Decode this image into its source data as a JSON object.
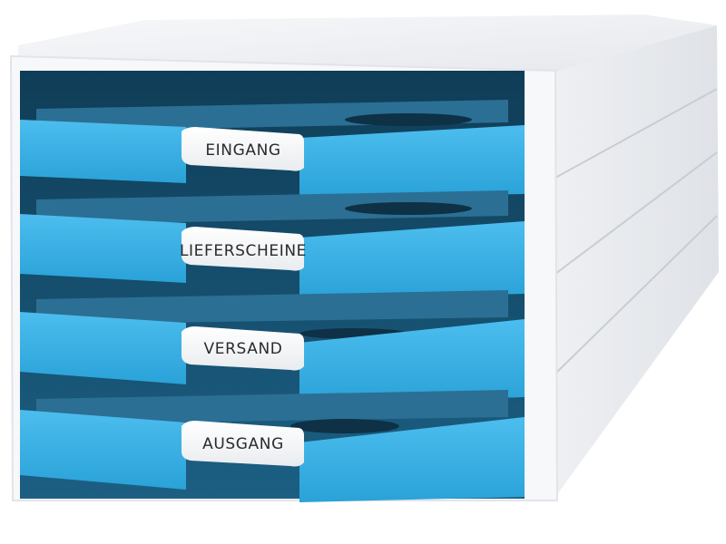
{
  "product": {
    "type": "desk drawer unit",
    "housing_color": "#f4f5f7",
    "drawer_color": "#3fb4e6"
  },
  "drawers": [
    {
      "label": "EINGANG"
    },
    {
      "label": "LIEFERSCHEINE"
    },
    {
      "label": "VERSAND"
    },
    {
      "label": "AUSGANG"
    }
  ]
}
